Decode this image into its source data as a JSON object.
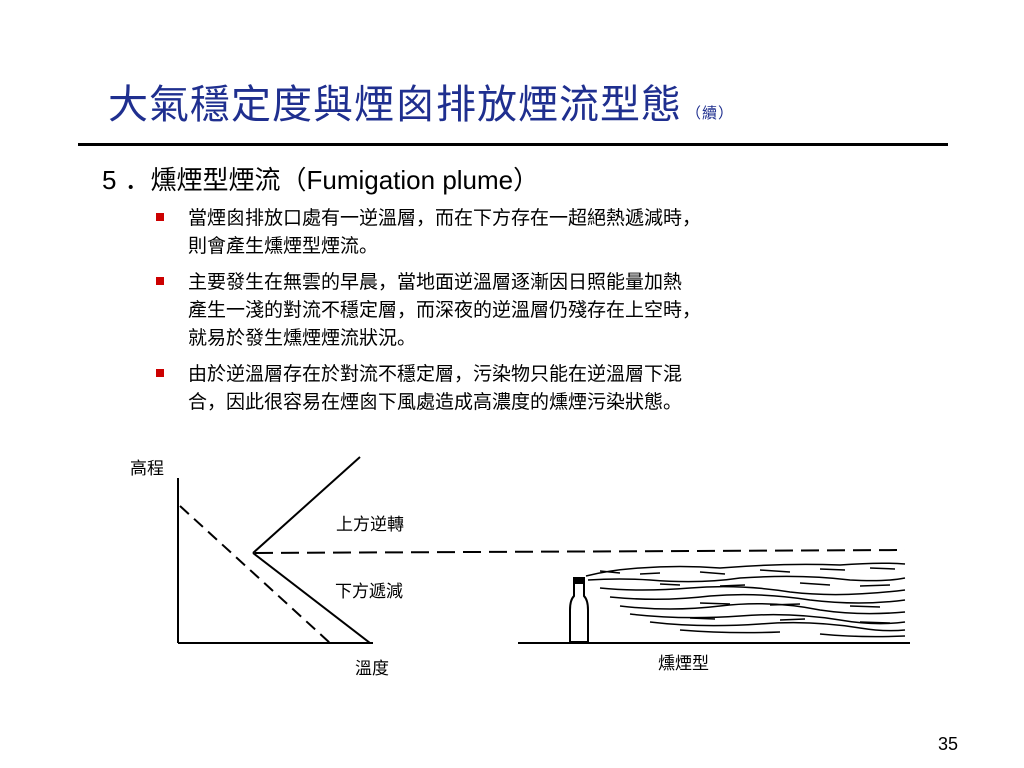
{
  "title": {
    "main": "大氣穩定度與煙囪排放煙流型態",
    "continued": "（續）"
  },
  "section": {
    "number": "5",
    "prefix": "．燻煙型煙流（",
    "english": "Fumigation plume",
    "suffix": "）"
  },
  "bullets": [
    {
      "text": "當煙囪排放口處有一逆溫層，而在下方存在一超絕熱遞減時，\n則會產生燻煙型煙流。"
    },
    {
      "text": "主要發生在無雲的早晨，當地面逆溫層逐漸因日照能量加熱\n產生一淺的對流不穩定層，而深夜的逆溫層仍殘存在上空時，\n就易於發生燻煙煙流狀況。"
    },
    {
      "text": "由於逆溫層存在於對流不穩定層，污染物只能在逆溫層下混\n合，因此很容易在煙囪下風處造成高濃度的燻煙污染狀態。"
    }
  ],
  "diagram": {
    "y_axis_label": "高程",
    "x_axis_label": "溫度",
    "upper_label": "上方逆轉",
    "lower_label": "下方遞減",
    "plume_label": "燻煙型"
  },
  "slide_number": "35",
  "colors": {
    "title": "#1f2f8f",
    "bullet_marker": "#cc0000"
  }
}
